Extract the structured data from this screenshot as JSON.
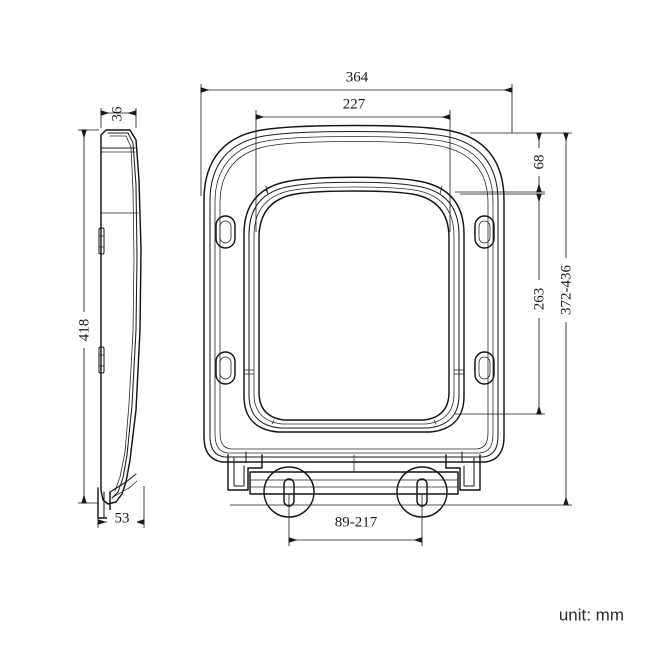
{
  "document": {
    "type": "technical-drawing",
    "subject": "toilet-seat",
    "background_color": "#ffffff",
    "line_color": "#141414",
    "unit_note": "unit: mm",
    "views": [
      {
        "name": "side-profile-view",
        "position": "left"
      },
      {
        "name": "top-plan-view",
        "position": "center"
      }
    ]
  },
  "dimensions": {
    "side_view": {
      "top_thickness": {
        "label": "36",
        "orientation": "vertical-text",
        "placement": "top"
      },
      "overall_length": {
        "label": "418",
        "orientation": "vertical-text",
        "placement": "left"
      },
      "bottom_depth": {
        "label": "53",
        "orientation": "horizontal-text",
        "placement": "bottom"
      }
    },
    "plan_view": {
      "overall_width": {
        "label": "364",
        "orientation": "horizontal-text",
        "placement": "top"
      },
      "inner_width": {
        "label": "227",
        "orientation": "horizontal-text",
        "placement": "top"
      },
      "front_offset": {
        "label": "68",
        "orientation": "vertical-text",
        "placement": "right"
      },
      "opening_length": {
        "label": "263",
        "orientation": "vertical-text",
        "placement": "right"
      },
      "overall_length_range": {
        "label": "372-436",
        "orientation": "vertical-text",
        "placement": "right-outer"
      },
      "hinge_spacing": {
        "label": "89-217",
        "orientation": "horizontal-text",
        "placement": "bottom"
      }
    }
  },
  "labels": {
    "unit": "unit: mm"
  }
}
